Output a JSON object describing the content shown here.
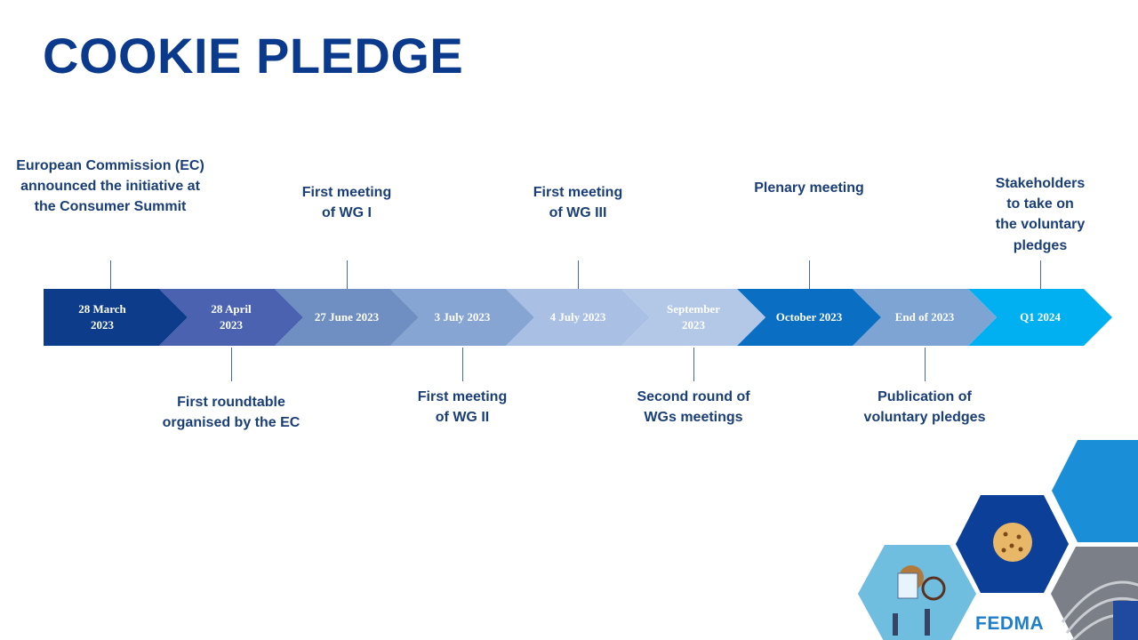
{
  "title": "COOKIE PLEDGE",
  "milestones": [
    {
      "date": "28 March\n2023",
      "color": "#0d3c8a",
      "text_color": "#ffffff"
    },
    {
      "date": "28 April\n2023",
      "color": "#4a62b0",
      "text_color": "#ffffff"
    },
    {
      "date": "27 June 2023",
      "color": "#6f8fc2",
      "text_color": "#ffffff"
    },
    {
      "date": "3 July 2023",
      "color": "#86a5d3",
      "text_color": "#ffffff"
    },
    {
      "date": "4 July 2023",
      "color": "#a9c0e4",
      "text_color": "#ffffff"
    },
    {
      "date": "September\n2023",
      "color": "#b3c7e6",
      "text_color": "#ffffff"
    },
    {
      "date": "October 2023",
      "color": "#0a6fc2",
      "text_color": "#ffffff"
    },
    {
      "date": "End of 2023",
      "color": "#7ea4d4",
      "text_color": "#ffffff"
    },
    {
      "date": "Q1 2024",
      "color": "#00b0f0",
      "text_color": "#ffffff"
    }
  ],
  "events": [
    {
      "text": "European Commission (EC)\nannounced the initiative at\nthe Consumer Summit",
      "milestone": 0,
      "side": "top"
    },
    {
      "text": "First roundtable\norganised by the EC",
      "milestone": 1,
      "side": "bottom"
    },
    {
      "text": "First meeting\nof WG I",
      "milestone": 2,
      "side": "top"
    },
    {
      "text": "First meeting\nof WG II",
      "milestone": 3,
      "side": "bottom"
    },
    {
      "text": "First meeting\nof WG III",
      "milestone": 4,
      "side": "top"
    },
    {
      "text": "Second round of\nWGs meetings",
      "milestone": 5,
      "side": "bottom"
    },
    {
      "text": "Plenary meeting",
      "milestone": 6,
      "side": "top"
    },
    {
      "text": "Publication of\nvoluntary pledges",
      "milestone": 7,
      "side": "bottom"
    },
    {
      "text": "Stakeholders to take on\nthe voluntary pledges",
      "milestone": 8,
      "side": "top"
    }
  ],
  "logo": {
    "text": "FEDMA",
    "color": "#1f7ec8"
  },
  "colors": {
    "title": "#0b3a8c",
    "label": "#1a3e78",
    "tick": "#4a6a9a"
  }
}
